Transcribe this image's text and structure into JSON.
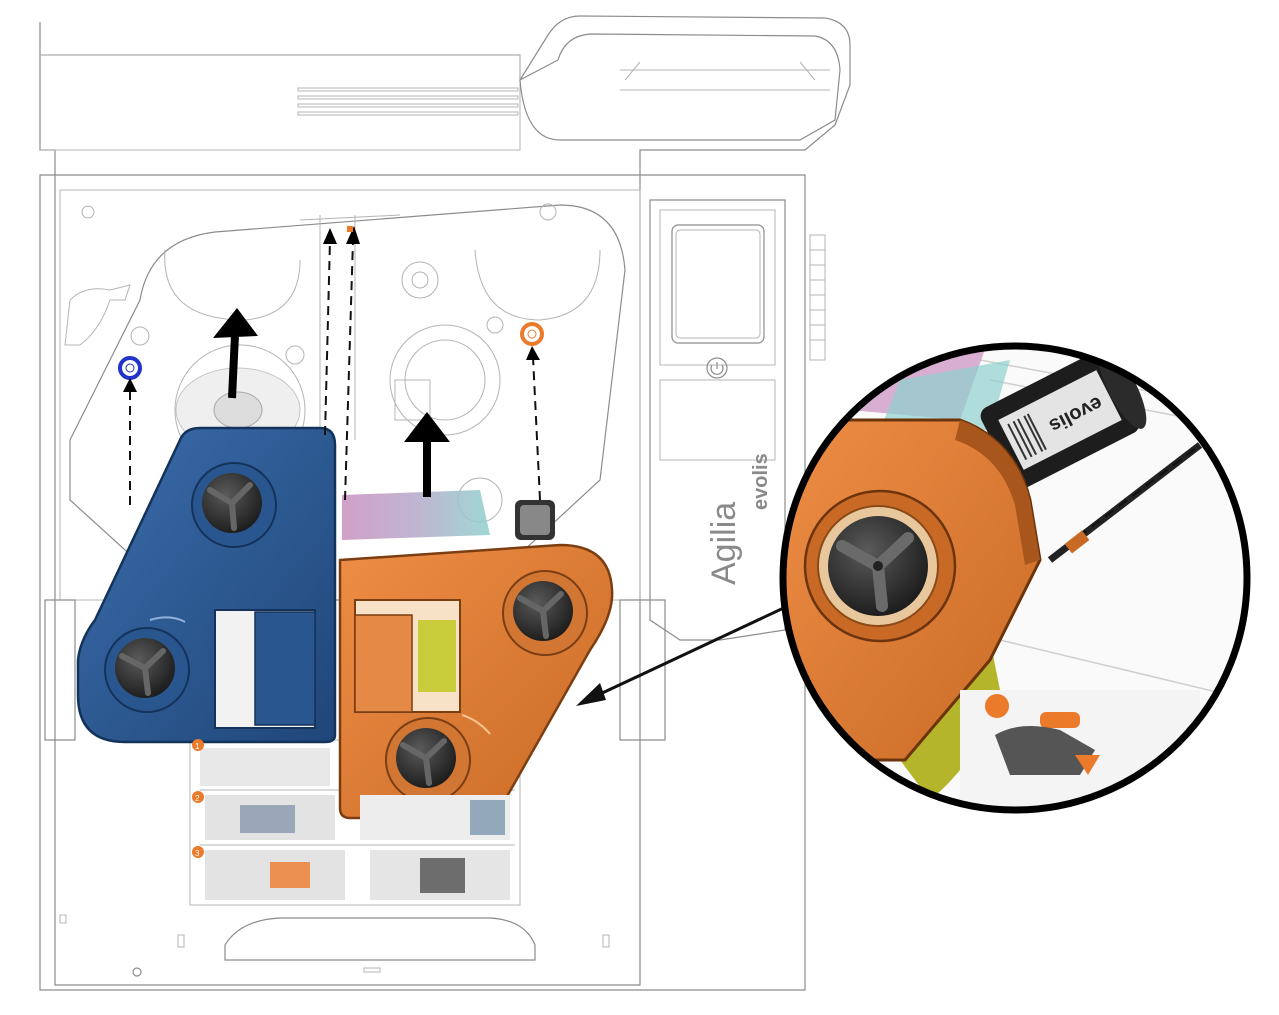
{
  "printer": {
    "model_label": "Agilia",
    "brand_label": "evolis"
  },
  "ribbon_core": {
    "brand_label": "evolis"
  },
  "guide_strip": {
    "step_a": "1",
    "step_b": "2",
    "step_c": "3"
  },
  "colors": {
    "blue_cassette": "#2f5d9a",
    "orange_cassette": "#e0803a",
    "ribbon_magenta": "#c98fc0",
    "ribbon_cyan": "#8fd0cd",
    "ribbon_yellow": "#c9cc3a",
    "blue_marker": "#2233cc",
    "orange_marker": "#ec7a2b"
  },
  "icons": [
    "up-arrow-icon",
    "dashed-guide-arrow-icon",
    "power-icon",
    "callout-pointer-arrow-icon"
  ]
}
